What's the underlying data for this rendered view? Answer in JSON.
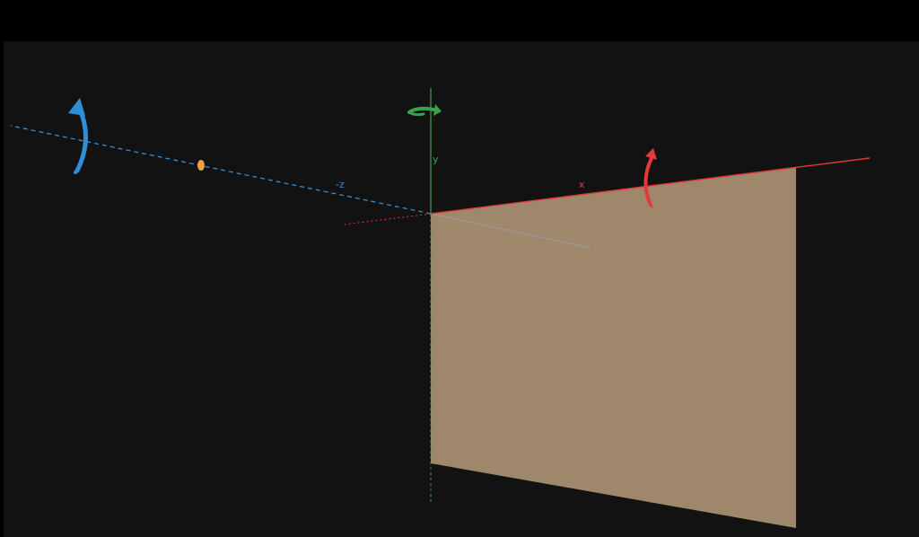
{
  "axes": {
    "x": {
      "label": "x",
      "color": "#e03a3a"
    },
    "y": {
      "label": "y",
      "color": "#3aa050"
    },
    "z": {
      "label": "-z",
      "color": "#2e8fd8"
    }
  },
  "colors": {
    "background": "#121212",
    "page_border": "#000000",
    "plane": "#9e876a",
    "camera_point": "#f0a040",
    "normal_line": "#9a9a9a"
  },
  "icons": {
    "x_rotation": "rotate-arrow-icon",
    "y_rotation": "rotate-arrow-icon",
    "z_rotation": "rotate-arrow-icon"
  }
}
